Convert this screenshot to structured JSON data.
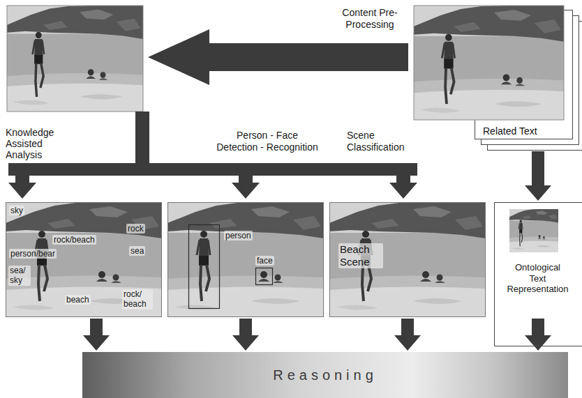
{
  "diagram": {
    "nodes": [
      {
        "text": [
          "Related Text"
        ]
      },
      {
        "text": [
          "sky",
          "rock",
          "rock/beach",
          "person/bear",
          "sea",
          "sea/ sky",
          "beach",
          "rock/ beach"
        ]
      },
      {
        "text": [
          "person",
          "face"
        ]
      },
      {
        "text": [
          "Beach Scene"
        ]
      },
      {
        "text": [
          "Ontological Text Representation"
        ]
      },
      {
        "text": [
          "Reasoning"
        ]
      }
    ],
    "edges": [
      {
        "from": 0,
        "to": 4,
        "arrow": "to"
      },
      {
        "from": 1,
        "to": 5,
        "arrow": "to"
      },
      {
        "from": 2,
        "to": 5,
        "arrow": "to"
      },
      {
        "from": 3,
        "to": 5,
        "arrow": "to"
      },
      {
        "from": 4,
        "to": 5,
        "arrow": "to"
      }
    ],
    "labels": [
      "Content Pre-Processing",
      "Knowledge Assisted Analysis",
      "Person - Face Detection - Recognition",
      "Scene Classification"
    ]
  }
}
